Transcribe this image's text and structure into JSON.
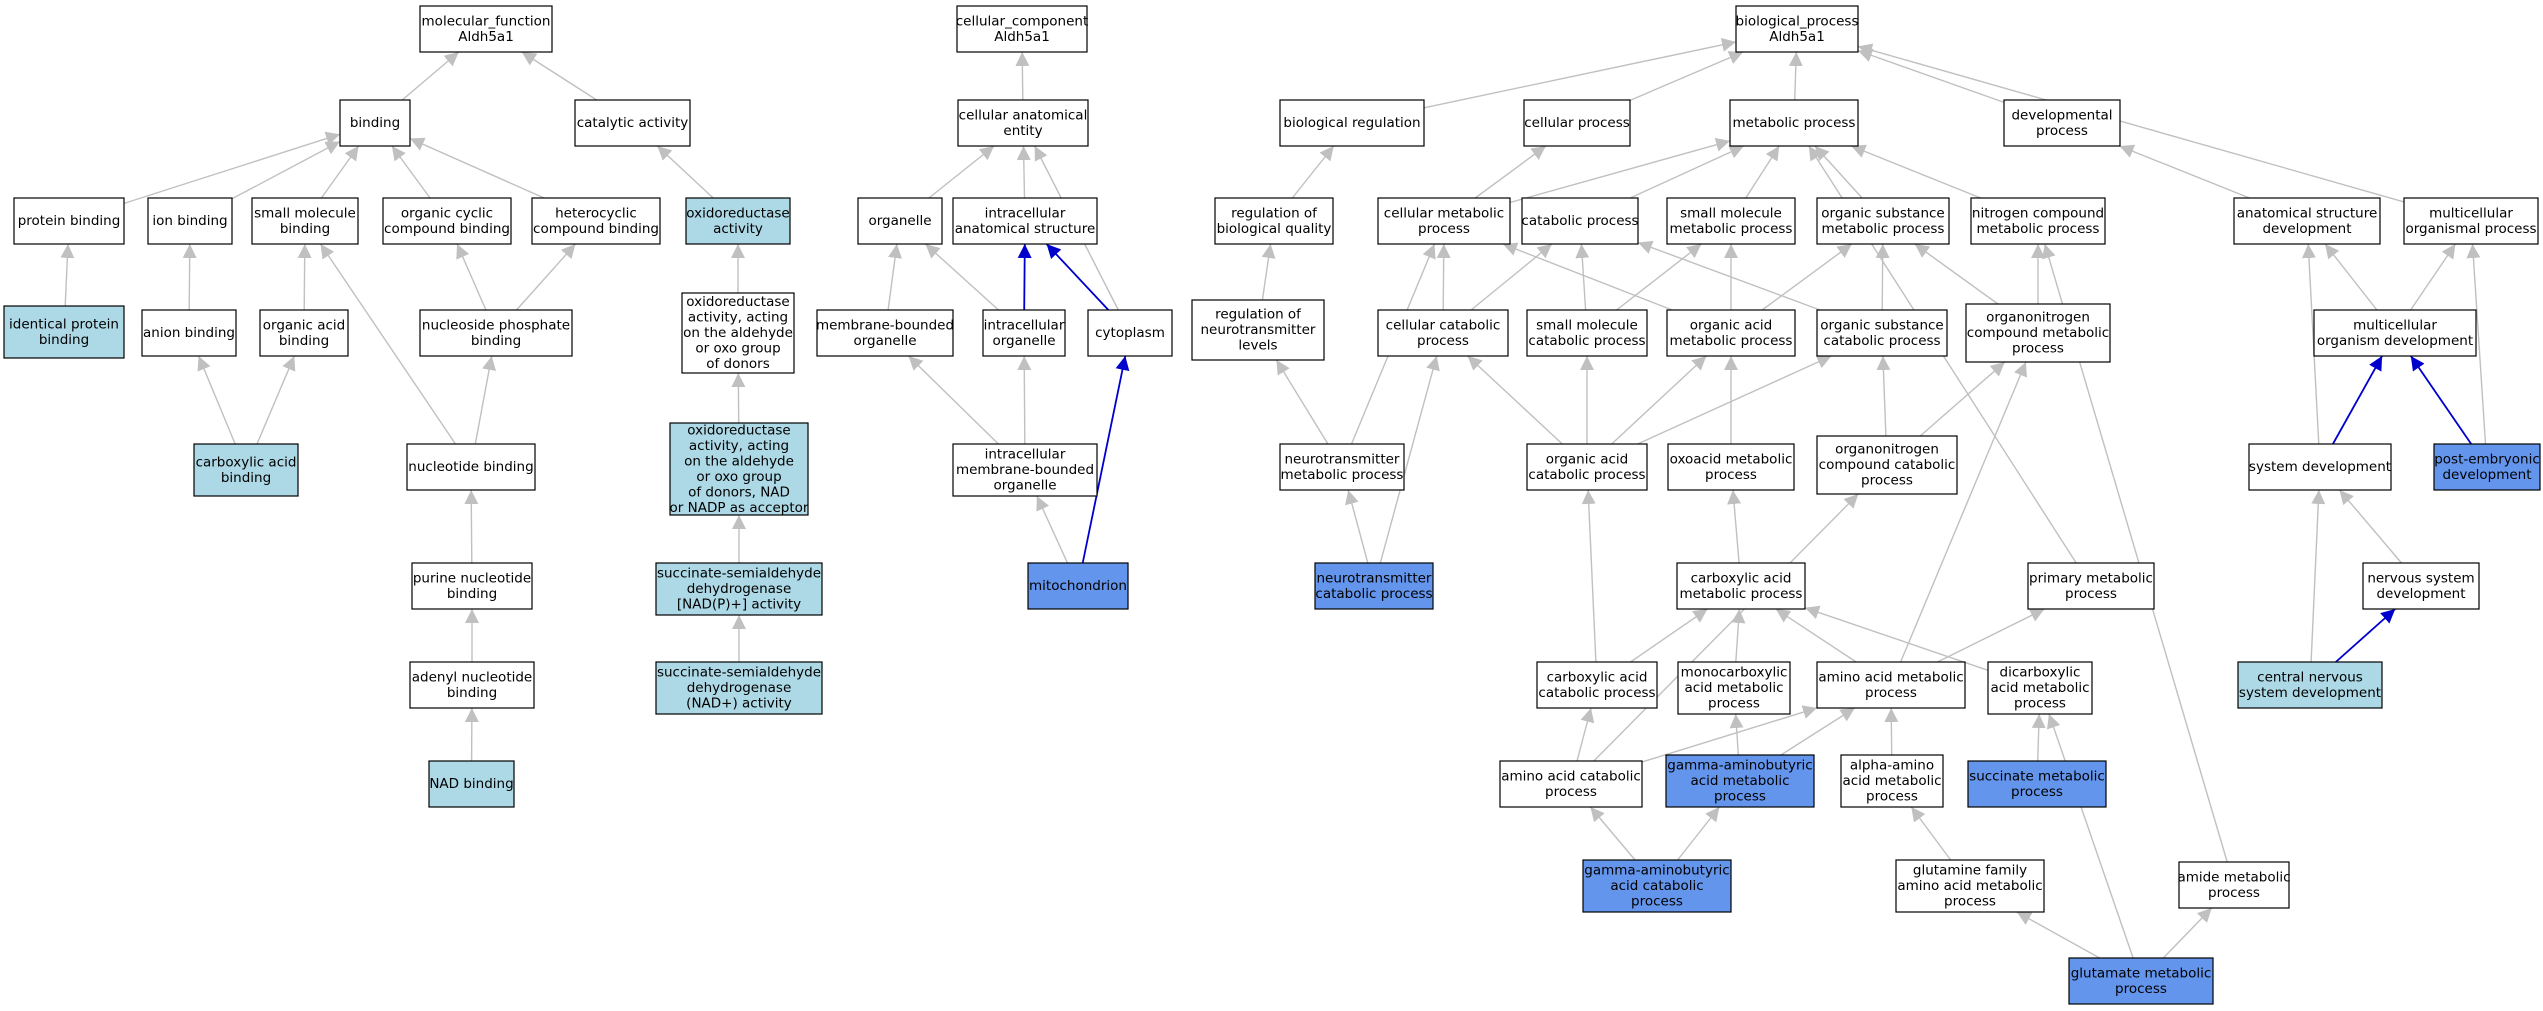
{
  "colors": {
    "plain": "#ffffff",
    "light": "#add8e6",
    "highlight": "#6495ed",
    "edge_grey": "#c0c0c0",
    "edge_blue": "#0000cd"
  },
  "nodes": [
    {
      "id": "mf",
      "lines": [
        "molecular_function",
        "Aldh5a1"
      ],
      "style": "plain"
    },
    {
      "id": "binding",
      "lines": [
        "binding"
      ],
      "style": "plain"
    },
    {
      "id": "catalytic",
      "lines": [
        "catalytic activity"
      ],
      "style": "plain"
    },
    {
      "id": "protbind",
      "lines": [
        "protein binding"
      ],
      "style": "plain"
    },
    {
      "id": "ionbind",
      "lines": [
        "ion binding"
      ],
      "style": "plain"
    },
    {
      "id": "smbind",
      "lines": [
        "small molecule",
        "binding"
      ],
      "style": "plain"
    },
    {
      "id": "orgcyc",
      "lines": [
        "organic cyclic",
        "compound binding"
      ],
      "style": "plain"
    },
    {
      "id": "hetcyc",
      "lines": [
        "heterocyclic",
        "compound binding"
      ],
      "style": "plain"
    },
    {
      "id": "oxred",
      "lines": [
        "oxidoreductase",
        "activity"
      ],
      "style": "light"
    },
    {
      "id": "identprot",
      "lines": [
        "identical protein",
        "binding"
      ],
      "style": "light"
    },
    {
      "id": "anionbind",
      "lines": [
        "anion binding"
      ],
      "style": "plain"
    },
    {
      "id": "orgacidbind",
      "lines": [
        "organic acid",
        "binding"
      ],
      "style": "plain"
    },
    {
      "id": "nucphos",
      "lines": [
        "nucleoside phosphate",
        "binding"
      ],
      "style": "plain"
    },
    {
      "id": "oxald",
      "lines": [
        "oxidoreductase",
        "activity, acting",
        "on the aldehyde",
        "or oxo group",
        "of donors"
      ],
      "style": "plain"
    },
    {
      "id": "carbacidbind",
      "lines": [
        "carboxylic acid",
        "binding"
      ],
      "style": "light"
    },
    {
      "id": "nucbind",
      "lines": [
        "nucleotide binding"
      ],
      "style": "plain"
    },
    {
      "id": "oxnad",
      "lines": [
        "oxidoreductase",
        "activity, acting",
        "on the aldehyde",
        "or oxo group",
        "of donors, NAD",
        "or NADP as acceptor"
      ],
      "style": "light"
    },
    {
      "id": "purnuc",
      "lines": [
        "purine nucleotide",
        "binding"
      ],
      "style": "plain"
    },
    {
      "id": "ssadhp",
      "lines": [
        "succinate-semialdehyde",
        "dehydrogenase",
        "[NAD(P)+] activity"
      ],
      "style": "light"
    },
    {
      "id": "adenyl",
      "lines": [
        "adenyl nucleotide",
        "binding"
      ],
      "style": "plain"
    },
    {
      "id": "ssadh",
      "lines": [
        "succinate-semialdehyde",
        "dehydrogenase",
        "(NAD+) activity"
      ],
      "style": "light"
    },
    {
      "id": "nadbind",
      "lines": [
        "NAD binding"
      ],
      "style": "light"
    },
    {
      "id": "cc",
      "lines": [
        "cellular_component",
        "Aldh5a1"
      ],
      "style": "plain"
    },
    {
      "id": "cae",
      "lines": [
        "cellular anatomical",
        "entity"
      ],
      "style": "plain"
    },
    {
      "id": "organelle",
      "lines": [
        "organelle"
      ],
      "style": "plain"
    },
    {
      "id": "intraanat",
      "lines": [
        "intracellular",
        "anatomical structure"
      ],
      "style": "plain"
    },
    {
      "id": "membbound",
      "lines": [
        "membrane-bounded",
        "organelle"
      ],
      "style": "plain"
    },
    {
      "id": "intraorg",
      "lines": [
        "intracellular",
        "organelle"
      ],
      "style": "plain"
    },
    {
      "id": "cytoplasm",
      "lines": [
        "cytoplasm"
      ],
      "style": "plain"
    },
    {
      "id": "intramemb",
      "lines": [
        "intracellular",
        "membrane-bounded",
        "organelle"
      ],
      "style": "plain"
    },
    {
      "id": "mito",
      "lines": [
        "mitochondrion"
      ],
      "style": "highlight"
    },
    {
      "id": "bp",
      "lines": [
        "biological_process",
        "Aldh5a1"
      ],
      "style": "plain"
    },
    {
      "id": "bioreg",
      "lines": [
        "biological regulation"
      ],
      "style": "plain"
    },
    {
      "id": "cellproc",
      "lines": [
        "cellular process"
      ],
      "style": "plain"
    },
    {
      "id": "metproc",
      "lines": [
        "metabolic process"
      ],
      "style": "plain"
    },
    {
      "id": "devproc",
      "lines": [
        "developmental",
        "process"
      ],
      "style": "plain"
    },
    {
      "id": "regbq",
      "lines": [
        "regulation of",
        "biological quality"
      ],
      "style": "plain"
    },
    {
      "id": "cellmet",
      "lines": [
        "cellular metabolic",
        "process"
      ],
      "style": "plain"
    },
    {
      "id": "catab",
      "lines": [
        "catabolic process"
      ],
      "style": "plain"
    },
    {
      "id": "smmet",
      "lines": [
        "small molecule",
        "metabolic process"
      ],
      "style": "plain"
    },
    {
      "id": "orgsubmet",
      "lines": [
        "organic substance",
        "metabolic process"
      ],
      "style": "plain"
    },
    {
      "id": "nitromet",
      "lines": [
        "nitrogen compound",
        "metabolic process"
      ],
      "style": "plain"
    },
    {
      "id": "anatdev",
      "lines": [
        "anatomical structure",
        "development"
      ],
      "style": "plain"
    },
    {
      "id": "multiorg",
      "lines": [
        "multicellular",
        "organismal process"
      ],
      "style": "plain"
    },
    {
      "id": "regnt",
      "lines": [
        "regulation of",
        "neurotransmitter",
        "levels"
      ],
      "style": "plain"
    },
    {
      "id": "cellcat",
      "lines": [
        "cellular catabolic",
        "process"
      ],
      "style": "plain"
    },
    {
      "id": "smcat",
      "lines": [
        "small molecule",
        "catabolic process"
      ],
      "style": "plain"
    },
    {
      "id": "orgacidmet",
      "lines": [
        "organic acid",
        "metabolic process"
      ],
      "style": "plain"
    },
    {
      "id": "orgsubcat",
      "lines": [
        "organic substance",
        "catabolic process"
      ],
      "style": "plain"
    },
    {
      "id": "orgnitmet",
      "lines": [
        "organonitrogen",
        "compound metabolic",
        "process"
      ],
      "style": "plain"
    },
    {
      "id": "multidev",
      "lines": [
        "multicellular",
        "organism development"
      ],
      "style": "plain"
    },
    {
      "id": "ntmet",
      "lines": [
        "neurotransmitter",
        "metabolic process"
      ],
      "style": "plain"
    },
    {
      "id": "orgacidcat",
      "lines": [
        "organic acid",
        "catabolic process"
      ],
      "style": "plain"
    },
    {
      "id": "oxoacid",
      "lines": [
        "oxoacid metabolic",
        "process"
      ],
      "style": "plain"
    },
    {
      "id": "orgnitcat",
      "lines": [
        "organonitrogen",
        "compound catabolic",
        "process"
      ],
      "style": "plain"
    },
    {
      "id": "sysdev",
      "lines": [
        "system development"
      ],
      "style": "plain"
    },
    {
      "id": "postemb",
      "lines": [
        "post-embryonic",
        "development"
      ],
      "style": "highlight"
    },
    {
      "id": "ntcat",
      "lines": [
        "neurotransmitter",
        "catabolic process"
      ],
      "style": "highlight"
    },
    {
      "id": "carbmet",
      "lines": [
        "carboxylic acid",
        "metabolic process"
      ],
      "style": "plain"
    },
    {
      "id": "primmet",
      "lines": [
        "primary metabolic",
        "process"
      ],
      "style": "plain"
    },
    {
      "id": "nervdev",
      "lines": [
        "nervous system",
        "development"
      ],
      "style": "plain"
    },
    {
      "id": "carbcat",
      "lines": [
        "carboxylic acid",
        "catabolic process"
      ],
      "style": "plain"
    },
    {
      "id": "monocarb",
      "lines": [
        "monocarboxylic",
        "acid metabolic",
        "process"
      ],
      "style": "plain"
    },
    {
      "id": "aamet",
      "lines": [
        "amino acid metabolic",
        "process"
      ],
      "style": "plain"
    },
    {
      "id": "dicarb",
      "lines": [
        "dicarboxylic",
        "acid metabolic",
        "process"
      ],
      "style": "plain"
    },
    {
      "id": "cnsdev",
      "lines": [
        "central nervous",
        "system development"
      ],
      "style": "light"
    },
    {
      "id": "aacat",
      "lines": [
        "amino acid catabolic",
        "process"
      ],
      "style": "plain"
    },
    {
      "id": "gabamet",
      "lines": [
        "gamma-aminobutyric",
        "acid metabolic",
        "process"
      ],
      "style": "highlight"
    },
    {
      "id": "alphaamino",
      "lines": [
        "alpha-amino",
        "acid metabolic",
        "process"
      ],
      "style": "plain"
    },
    {
      "id": "succmet",
      "lines": [
        "succinate metabolic",
        "process"
      ],
      "style": "highlight"
    },
    {
      "id": "gabacat",
      "lines": [
        "gamma-aminobutyric",
        "acid catabolic",
        "process"
      ],
      "style": "highlight"
    },
    {
      "id": "glutfam",
      "lines": [
        "glutamine family",
        "amino acid metabolic",
        "process"
      ],
      "style": "plain"
    },
    {
      "id": "amidemet",
      "lines": [
        "amide metabolic",
        "process"
      ],
      "style": "plain"
    },
    {
      "id": "glutmet",
      "lines": [
        "glutamate metabolic",
        "process"
      ],
      "style": "highlight"
    }
  ],
  "edges": [
    {
      "from": "binding",
      "to": "mf",
      "color": "grey"
    },
    {
      "from": "catalytic",
      "to": "mf",
      "color": "grey"
    },
    {
      "from": "protbind",
      "to": "binding",
      "color": "grey"
    },
    {
      "from": "ionbind",
      "to": "binding",
      "color": "grey"
    },
    {
      "from": "smbind",
      "to": "binding",
      "color": "grey"
    },
    {
      "from": "orgcyc",
      "to": "binding",
      "color": "grey"
    },
    {
      "from": "hetcyc",
      "to": "binding",
      "color": "grey"
    },
    {
      "from": "oxred",
      "to": "catalytic",
      "color": "grey"
    },
    {
      "from": "identprot",
      "to": "protbind",
      "color": "grey"
    },
    {
      "from": "anionbind",
      "to": "ionbind",
      "color": "grey"
    },
    {
      "from": "orgacidbind",
      "to": "smbind",
      "color": "grey"
    },
    {
      "from": "nucphos",
      "to": "orgcyc",
      "color": "grey"
    },
    {
      "from": "nucphos",
      "to": "hetcyc",
      "color": "grey"
    },
    {
      "from": "oxald",
      "to": "oxred",
      "color": "grey"
    },
    {
      "from": "carbacidbind",
      "to": "anionbind",
      "color": "grey"
    },
    {
      "from": "carbacidbind",
      "to": "orgacidbind",
      "color": "grey"
    },
    {
      "from": "nucbind",
      "to": "nucphos",
      "color": "grey"
    },
    {
      "from": "nucbind",
      "to": "smbind",
      "color": "grey"
    },
    {
      "from": "oxnad",
      "to": "oxald",
      "color": "grey"
    },
    {
      "from": "purnuc",
      "to": "nucbind",
      "color": "grey"
    },
    {
      "from": "ssadhp",
      "to": "oxnad",
      "color": "grey"
    },
    {
      "from": "adenyl",
      "to": "purnuc",
      "color": "grey"
    },
    {
      "from": "ssadh",
      "to": "ssadhp",
      "color": "grey"
    },
    {
      "from": "nadbind",
      "to": "adenyl",
      "color": "grey"
    },
    {
      "from": "cae",
      "to": "cc",
      "color": "grey"
    },
    {
      "from": "organelle",
      "to": "cae",
      "color": "grey"
    },
    {
      "from": "intraanat",
      "to": "cae",
      "color": "grey"
    },
    {
      "from": "cytoplasm",
      "to": "cae",
      "color": "grey"
    },
    {
      "from": "membbound",
      "to": "organelle",
      "color": "grey"
    },
    {
      "from": "intraorg",
      "to": "organelle",
      "color": "grey"
    },
    {
      "from": "intraorg",
      "to": "intraanat",
      "color": "blue"
    },
    {
      "from": "cytoplasm",
      "to": "intraanat",
      "color": "blue"
    },
    {
      "from": "intramemb",
      "to": "membbound",
      "color": "grey"
    },
    {
      "from": "intramemb",
      "to": "intraorg",
      "color": "grey"
    },
    {
      "from": "mito",
      "to": "intramemb",
      "color": "grey"
    },
    {
      "from": "mito",
      "to": "cytoplasm",
      "color": "blue"
    },
    {
      "from": "bioreg",
      "to": "bp",
      "color": "grey"
    },
    {
      "from": "cellproc",
      "to": "bp",
      "color": "grey"
    },
    {
      "from": "metproc",
      "to": "bp",
      "color": "grey"
    },
    {
      "from": "devproc",
      "to": "bp",
      "color": "grey"
    },
    {
      "from": "multiorg",
      "to": "bp",
      "color": "grey"
    },
    {
      "from": "regbq",
      "to": "bioreg",
      "color": "grey"
    },
    {
      "from": "cellmet",
      "to": "cellproc",
      "color": "grey"
    },
    {
      "from": "cellmet",
      "to": "metproc",
      "color": "grey"
    },
    {
      "from": "catab",
      "to": "metproc",
      "color": "grey"
    },
    {
      "from": "smmet",
      "to": "metproc",
      "color": "grey"
    },
    {
      "from": "orgsubmet",
      "to": "metproc",
      "color": "grey"
    },
    {
      "from": "nitromet",
      "to": "metproc",
      "color": "grey"
    },
    {
      "from": "primmet",
      "to": "metproc",
      "color": "grey"
    },
    {
      "from": "anatdev",
      "to": "devproc",
      "color": "grey"
    },
    {
      "from": "regnt",
      "to": "regbq",
      "color": "grey"
    },
    {
      "from": "cellcat",
      "to": "cellmet",
      "color": "grey"
    },
    {
      "from": "cellcat",
      "to": "catab",
      "color": "grey"
    },
    {
      "from": "smcat",
      "to": "catab",
      "color": "grey"
    },
    {
      "from": "smcat",
      "to": "smmet",
      "color": "grey"
    },
    {
      "from": "orgacidmet",
      "to": "cellmet",
      "color": "grey"
    },
    {
      "from": "orgacidmet",
      "to": "smmet",
      "color": "grey"
    },
    {
      "from": "orgacidmet",
      "to": "orgsubmet",
      "color": "grey"
    },
    {
      "from": "orgsubcat",
      "to": "catab",
      "color": "grey"
    },
    {
      "from": "orgsubcat",
      "to": "orgsubmet",
      "color": "grey"
    },
    {
      "from": "orgnitmet",
      "to": "orgsubmet",
      "color": "grey"
    },
    {
      "from": "orgnitmet",
      "to": "nitromet",
      "color": "grey"
    },
    {
      "from": "multidev",
      "to": "anatdev",
      "color": "grey"
    },
    {
      "from": "multidev",
      "to": "multiorg",
      "color": "grey"
    },
    {
      "from": "ntmet",
      "to": "regnt",
      "color": "grey"
    },
    {
      "from": "ntmet",
      "to": "cellmet",
      "color": "grey"
    },
    {
      "from": "orgacidcat",
      "to": "cellcat",
      "color": "grey"
    },
    {
      "from": "orgacidcat",
      "to": "smcat",
      "color": "grey"
    },
    {
      "from": "orgacidcat",
      "to": "orgacidmet",
      "color": "grey"
    },
    {
      "from": "orgacidcat",
      "to": "orgsubcat",
      "color": "grey"
    },
    {
      "from": "oxoacid",
      "to": "orgacidmet",
      "color": "grey"
    },
    {
      "from": "orgnitcat",
      "to": "orgsubcat",
      "color": "grey"
    },
    {
      "from": "orgnitcat",
      "to": "orgnitmet",
      "color": "grey"
    },
    {
      "from": "sysdev",
      "to": "anatdev",
      "color": "grey"
    },
    {
      "from": "sysdev",
      "to": "multidev",
      "color": "blue"
    },
    {
      "from": "postemb",
      "to": "multidev",
      "color": "blue"
    },
    {
      "from": "postemb",
      "to": "multiorg",
      "color": "grey"
    },
    {
      "from": "ntcat",
      "to": "ntmet",
      "color": "grey"
    },
    {
      "from": "ntcat",
      "to": "cellcat",
      "color": "grey"
    },
    {
      "from": "carbmet",
      "to": "oxoacid",
      "color": "grey"
    },
    {
      "from": "nervdev",
      "to": "sysdev",
      "color": "grey"
    },
    {
      "from": "carbcat",
      "to": "carbmet",
      "color": "grey"
    },
    {
      "from": "carbcat",
      "to": "orgacidcat",
      "color": "grey"
    },
    {
      "from": "monocarb",
      "to": "carbmet",
      "color": "grey"
    },
    {
      "from": "aamet",
      "to": "carbmet",
      "color": "grey"
    },
    {
      "from": "aamet",
      "to": "primmet",
      "color": "grey"
    },
    {
      "from": "aamet",
      "to": "orgnitmet",
      "color": "grey"
    },
    {
      "from": "dicarb",
      "to": "carbmet",
      "color": "grey"
    },
    {
      "from": "cnsdev",
      "to": "sysdev",
      "color": "grey"
    },
    {
      "from": "cnsdev",
      "to": "nervdev",
      "color": "blue"
    },
    {
      "from": "aacat",
      "to": "carbcat",
      "color": "grey"
    },
    {
      "from": "aacat",
      "to": "aamet",
      "color": "grey"
    },
    {
      "from": "aacat",
      "to": "orgnitcat",
      "color": "grey"
    },
    {
      "from": "gabamet",
      "to": "monocarb",
      "color": "grey"
    },
    {
      "from": "gabamet",
      "to": "aamet",
      "color": "grey"
    },
    {
      "from": "alphaamino",
      "to": "aamet",
      "color": "grey"
    },
    {
      "from": "succmet",
      "to": "dicarb",
      "color": "grey"
    },
    {
      "from": "gabacat",
      "to": "aacat",
      "color": "grey"
    },
    {
      "from": "gabacat",
      "to": "gabamet",
      "color": "grey"
    },
    {
      "from": "glutfam",
      "to": "alphaamino",
      "color": "grey"
    },
    {
      "from": "amidemet",
      "to": "nitromet",
      "color": "grey"
    },
    {
      "from": "glutmet",
      "to": "glutfam",
      "color": "grey"
    },
    {
      "from": "glutmet",
      "to": "dicarb",
      "color": "grey"
    },
    {
      "from": "glutmet",
      "to": "amidemet",
      "color": "grey"
    }
  ]
}
